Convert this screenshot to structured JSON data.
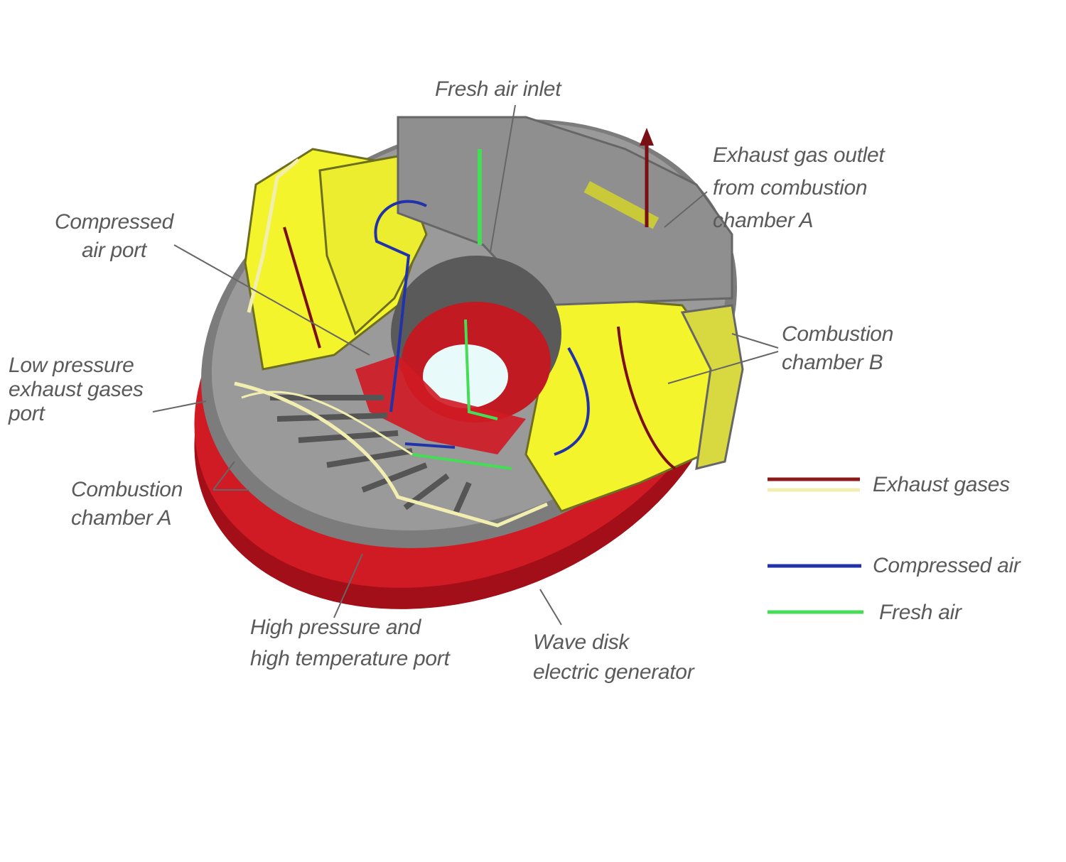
{
  "labels": {
    "fresh_air_inlet": "Fresh air inlet",
    "exhaust_outlet": [
      "Exhaust gas outlet",
      "from combustion",
      "chamber A"
    ],
    "compressed_air_port": [
      "Compressed",
      "air port"
    ],
    "combustion_chamber_b": [
      "Combustion",
      "chamber B"
    ],
    "low_pressure_port": [
      "Low pressure",
      "exhaust gases",
      "port"
    ],
    "combustion_chamber_a": [
      "Combustion",
      "chamber A"
    ],
    "high_pressure_port": [
      "High pressure and",
      "high temperature port"
    ],
    "wave_disk_generator": [
      "Wave disk",
      "electric generator"
    ]
  },
  "legend": [
    {
      "label": "Exhaust gases",
      "colors": [
        "#8b1a1a",
        "#f2eeb0"
      ]
    },
    {
      "label": "Compressed air",
      "colors": [
        "#2233aa"
      ]
    },
    {
      "label": "Fresh air",
      "colors": [
        "#44dd55"
      ]
    }
  ],
  "colors": {
    "housing": "#8a8a8a",
    "chamber": "#f5f52a",
    "base": "#c8141e"
  }
}
